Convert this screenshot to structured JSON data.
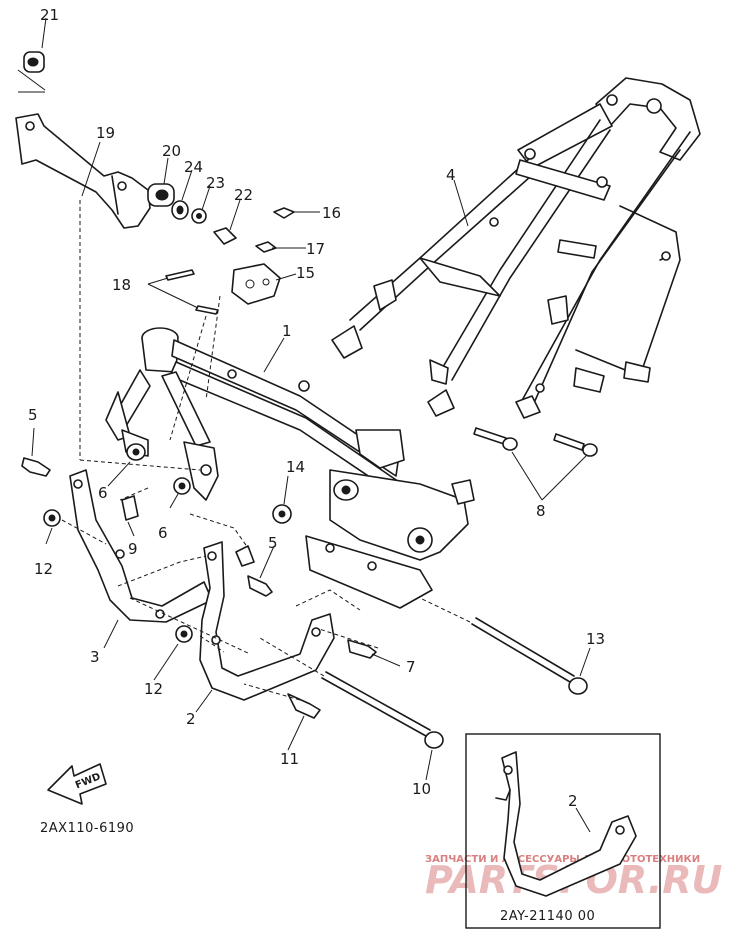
{
  "diagram_code": "2AX110-6190",
  "inset_code": "2AY-21140 00",
  "forward_label": "FWD",
  "watermark": {
    "line1": "ЗАПЧАСТИ И АКСЕССУАРЫ ДЛЯ МОТОТЕХНИКИ",
    "line2": "PARTSFOR.RU"
  },
  "callouts": {
    "c1": "1",
    "c2": "2",
    "c3": "3",
    "c4": "4",
    "c5a": "5",
    "c5b": "5",
    "c6a": "6",
    "c6b": "6",
    "c7": "7",
    "c8": "8",
    "c9": "9",
    "c10": "10",
    "c11": "11",
    "c12a": "12",
    "c12b": "12",
    "c13": "13",
    "c14": "14",
    "c15": "15",
    "c16": "16",
    "c17": "17",
    "c18": "18",
    "c19": "19",
    "c20": "20",
    "c21": "21",
    "c22": "22",
    "c23": "23",
    "c24": "24",
    "c2inset": "2"
  },
  "icons": {
    "forward": "fwd-arrow-icon"
  }
}
